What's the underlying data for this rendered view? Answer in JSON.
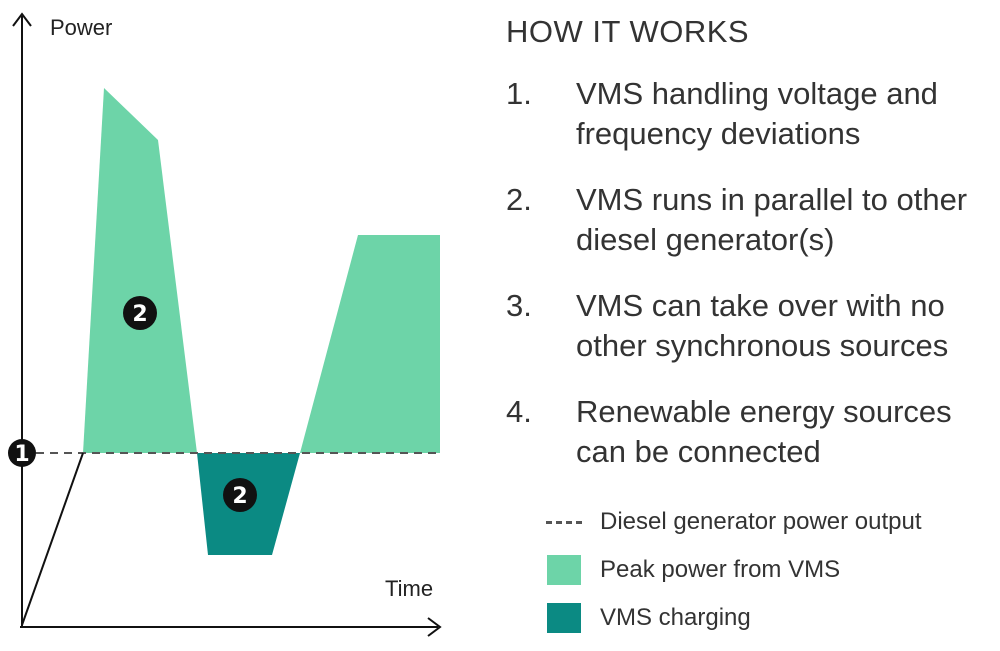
{
  "colors": {
    "peak": "#6dd4a8",
    "charging": "#0b8a83",
    "axis": "#111111",
    "dash": "#555555",
    "marker": "#111111"
  },
  "diagram": {
    "y_axis_label": "Power",
    "x_axis_label": "Time",
    "marker_diesel": "1",
    "marker_peak": "2",
    "marker_charging": "2"
  },
  "panel": {
    "heading": "HOW IT WORKS",
    "steps": [
      {
        "num": "1.",
        "text": "VMS handling voltage and frequency deviations"
      },
      {
        "num": "2.",
        "text": "VMS runs in parallel to other diesel generator(s)"
      },
      {
        "num": "3.",
        "text": "VMS can take over with no other synchronous sources"
      },
      {
        "num": "4.",
        "text": "Renewable energy sources can be connected"
      }
    ]
  },
  "legend": {
    "diesel": "Diesel generator power output",
    "peak": "Peak power from VMS",
    "charging": "VMS charging"
  }
}
